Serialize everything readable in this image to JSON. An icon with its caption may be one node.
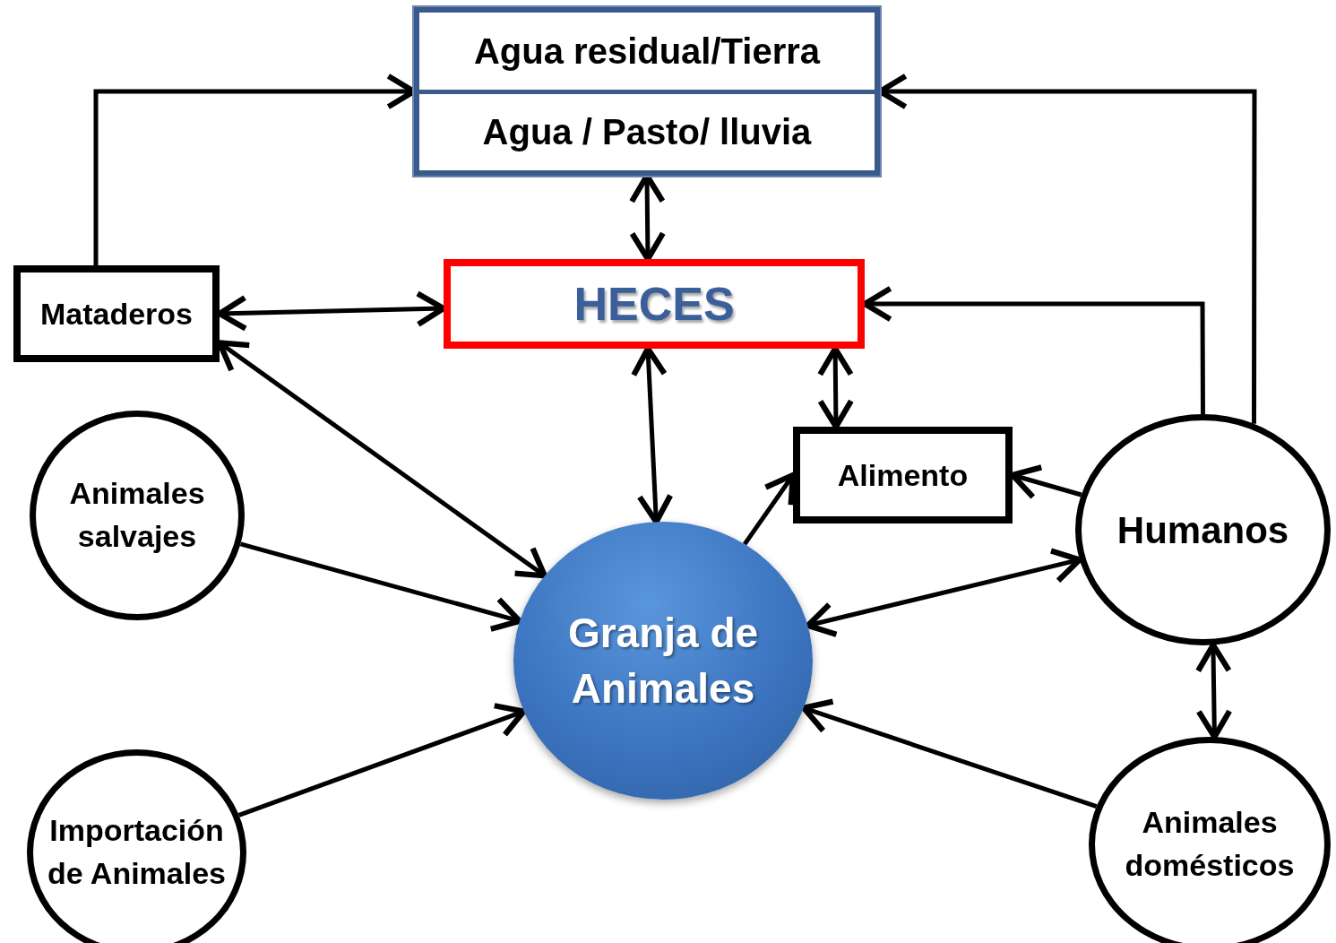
{
  "diagram": {
    "nodes": [
      {
        "text": [
          "Agua residual/Tierra",
          "Agua / Pasto/ lluvia"
        ]
      },
      {
        "text": [
          "HECES"
        ]
      },
      {
        "text": [
          "Mataderos"
        ]
      },
      {
        "text": [
          "Animales salvajes"
        ]
      },
      {
        "text": [
          "Granja de Animales"
        ]
      },
      {
        "text": [
          "Alimento"
        ]
      },
      {
        "text": [
          "Humanos"
        ]
      },
      {
        "text": [
          "Importación de Animales"
        ]
      },
      {
        "text": [
          "Animales domésticos"
        ]
      }
    ],
    "edges": [
      {
        "from": 2,
        "to": 0,
        "arrow": "to"
      },
      {
        "from": 6,
        "to": 0,
        "arrow": "to"
      },
      {
        "from": 0,
        "to": 1,
        "arrow": "both"
      },
      {
        "from": 2,
        "to": 1,
        "arrow": "both"
      },
      {
        "from": 2,
        "to": 4,
        "arrow": "both"
      },
      {
        "from": 1,
        "to": 4,
        "arrow": "both"
      },
      {
        "from": 1,
        "to": 5,
        "arrow": "both"
      },
      {
        "from": 6,
        "to": 1,
        "arrow": "to"
      },
      {
        "from": 4,
        "to": 5,
        "arrow": "to"
      },
      {
        "from": 6,
        "to": 5,
        "arrow": "to"
      },
      {
        "from": 3,
        "to": 4,
        "arrow": "to"
      },
      {
        "from": 6,
        "to": 4,
        "arrow": "both"
      },
      {
        "from": 7,
        "to": 4,
        "arrow": "to"
      },
      {
        "from": 6,
        "to": 8,
        "arrow": "both"
      },
      {
        "from": 8,
        "to": 4,
        "arrow": "to"
      }
    ]
  }
}
